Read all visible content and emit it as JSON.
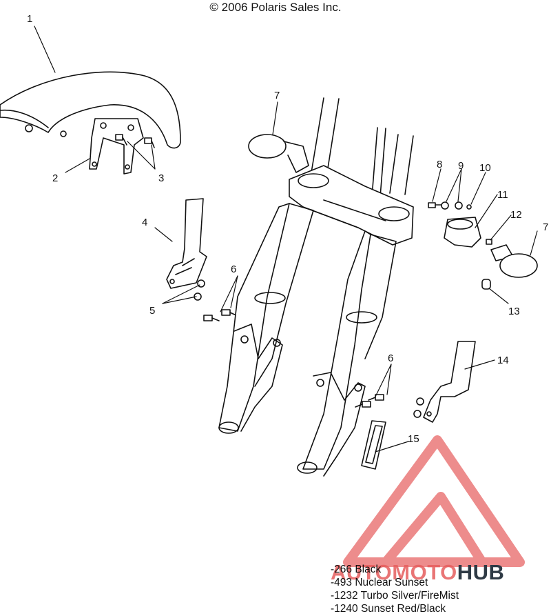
{
  "copyright": "© 2006 Polaris Sales Inc.",
  "callouts": [
    {
      "id": "c1",
      "label": "1"
    },
    {
      "id": "c2",
      "label": "2"
    },
    {
      "id": "c3",
      "label": "3"
    },
    {
      "id": "c4",
      "label": "4"
    },
    {
      "id": "c5",
      "label": "5"
    },
    {
      "id": "c6a",
      "label": "6"
    },
    {
      "id": "c6b",
      "label": "6"
    },
    {
      "id": "c7a",
      "label": "7"
    },
    {
      "id": "c7b",
      "label": "7"
    },
    {
      "id": "c8",
      "label": "8"
    },
    {
      "id": "c9",
      "label": "9"
    },
    {
      "id": "c10",
      "label": "10"
    },
    {
      "id": "c11",
      "label": "11"
    },
    {
      "id": "c12",
      "label": "12"
    },
    {
      "id": "c13",
      "label": "13"
    },
    {
      "id": "c14",
      "label": "14"
    },
    {
      "id": "c15",
      "label": "15"
    }
  ],
  "color_codes": [
    "-266  Black",
    "-493  Nuclear Sunset",
    "-1232 Turbo Silver/FireMist",
    "-1240 Sunset Red/Black"
  ],
  "watermark": {
    "part1": "AUTO",
    "part2": "MOTO",
    "part3": "HUB",
    "accent_color": "#e65e5e",
    "dark_color": "#2e3a45"
  }
}
